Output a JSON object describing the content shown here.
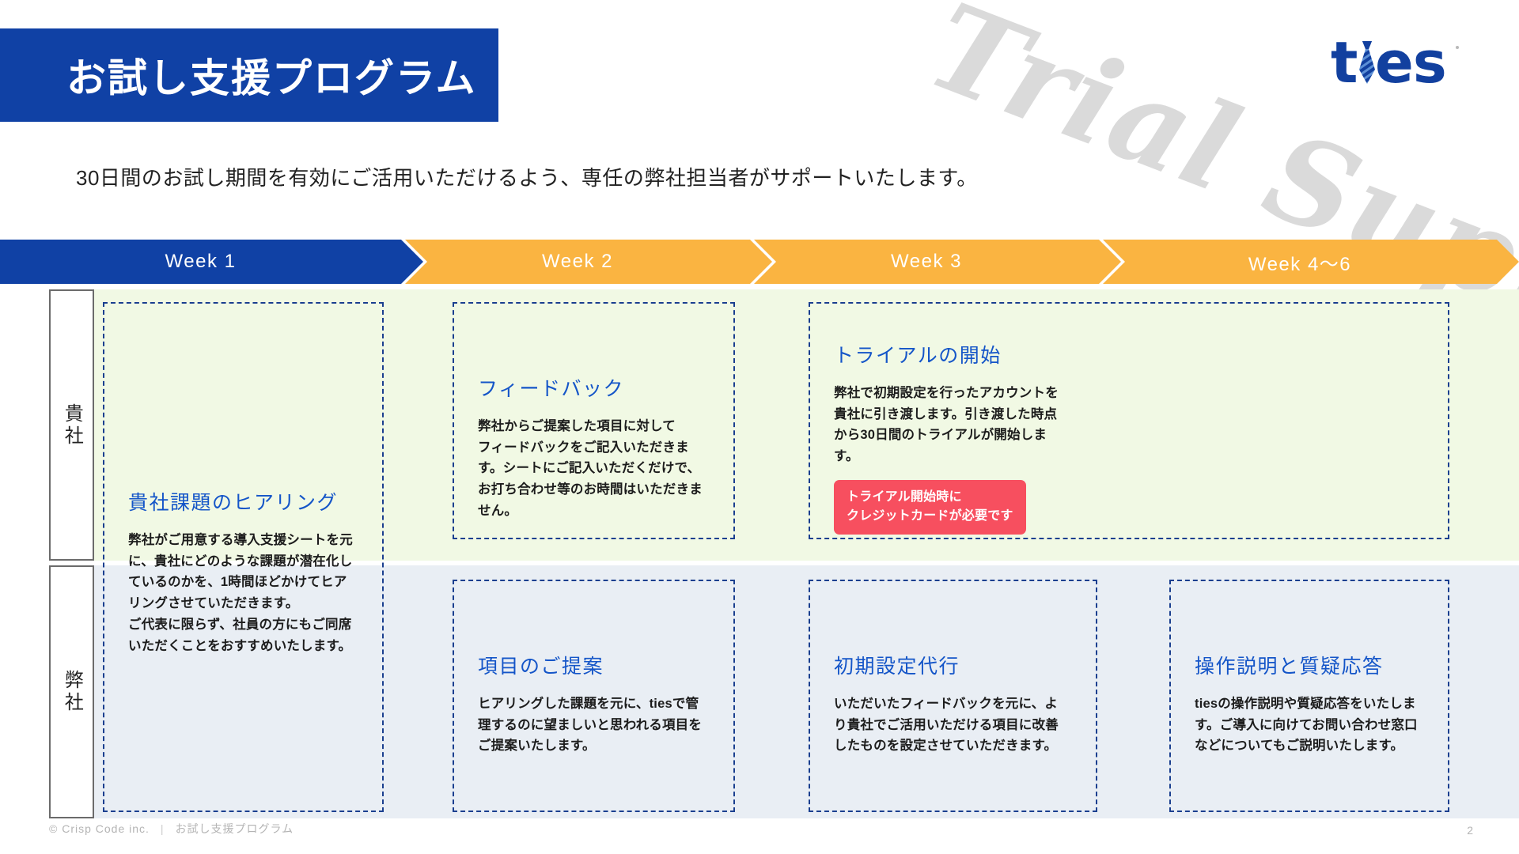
{
  "meta": {
    "page_number": "2",
    "watermark_text": "Trial Support",
    "accent_blue": "#1041a5",
    "accent_orange": "#fab441",
    "title_blue": "#1455c8",
    "badge_red": "#f74f5f",
    "band_green": "#f1f9e4",
    "band_blue": "#e9eef4"
  },
  "header": {
    "title": "お試し支援プログラム",
    "logo_text": "ties",
    "logo_name": "ties-logo"
  },
  "subtitle": "30日間のお試し期間を有効にご活用いただけるよう、専任の弊社担当者がサポートいたします。",
  "timeline": {
    "weeks": [
      {
        "label": "Week 1",
        "color": "#1041a5"
      },
      {
        "label": "Week 2",
        "color": "#fab441"
      },
      {
        "label": "Week 3",
        "color": "#fab441"
      },
      {
        "label": "Week 4〜6",
        "color": "#fab441"
      }
    ]
  },
  "roles": {
    "client": "貴社",
    "vendor": "弊社"
  },
  "cards": {
    "client_hearing": {
      "title": "貴社課題のヒアリング",
      "body": "弊社がご用意する導入支援シートを元\nに、貴社にどのような課題が潜在化し\nているのかを、1時間ほどかけてヒア\nリングさせていただきます。\nご代表に限らず、社員の方にもご同席\nいただくことをおすすめいたします。"
    },
    "client_feedback": {
      "title": "フィードバック",
      "body": "弊社からご提案した項目に対して\nフィードバックをご記入いただきま\nす。シートにご記入いただくだけで、\nお打ち合わせ等のお時間はいただきま\nせん。"
    },
    "client_trial_start": {
      "title": "トライアルの開始",
      "body": "弊社で初期設定を行ったアカウントを\n貴社に引き渡します。引き渡した時点\nから30日間のトライアルが開始しま\nす。",
      "badge": "トライアル開始時に\nクレジットカードが必要です"
    },
    "vendor_proposal": {
      "title": "項目のご提案",
      "body": "ヒアリングした課題を元に、tiesで管\n理するのに望ましいと思われる項目を\nご提案いたします。"
    },
    "vendor_setup": {
      "title": "初期設定代行",
      "body": "いただいたフィードバックを元に、よ\nり貴社でご活用いただける項目に改善\nしたものを設定させていただきます。"
    },
    "vendor_training": {
      "title": "操作説明と質疑応答",
      "body": "tiesの操作説明や質疑応答をいたしま\nす。ご導入に向けてお問い合わせ窓口\nなどについてもご説明いたします。"
    }
  },
  "footer": {
    "copyright": "© Crisp Code inc.",
    "separator": "|",
    "doc_title": "お試し支援プログラム"
  }
}
